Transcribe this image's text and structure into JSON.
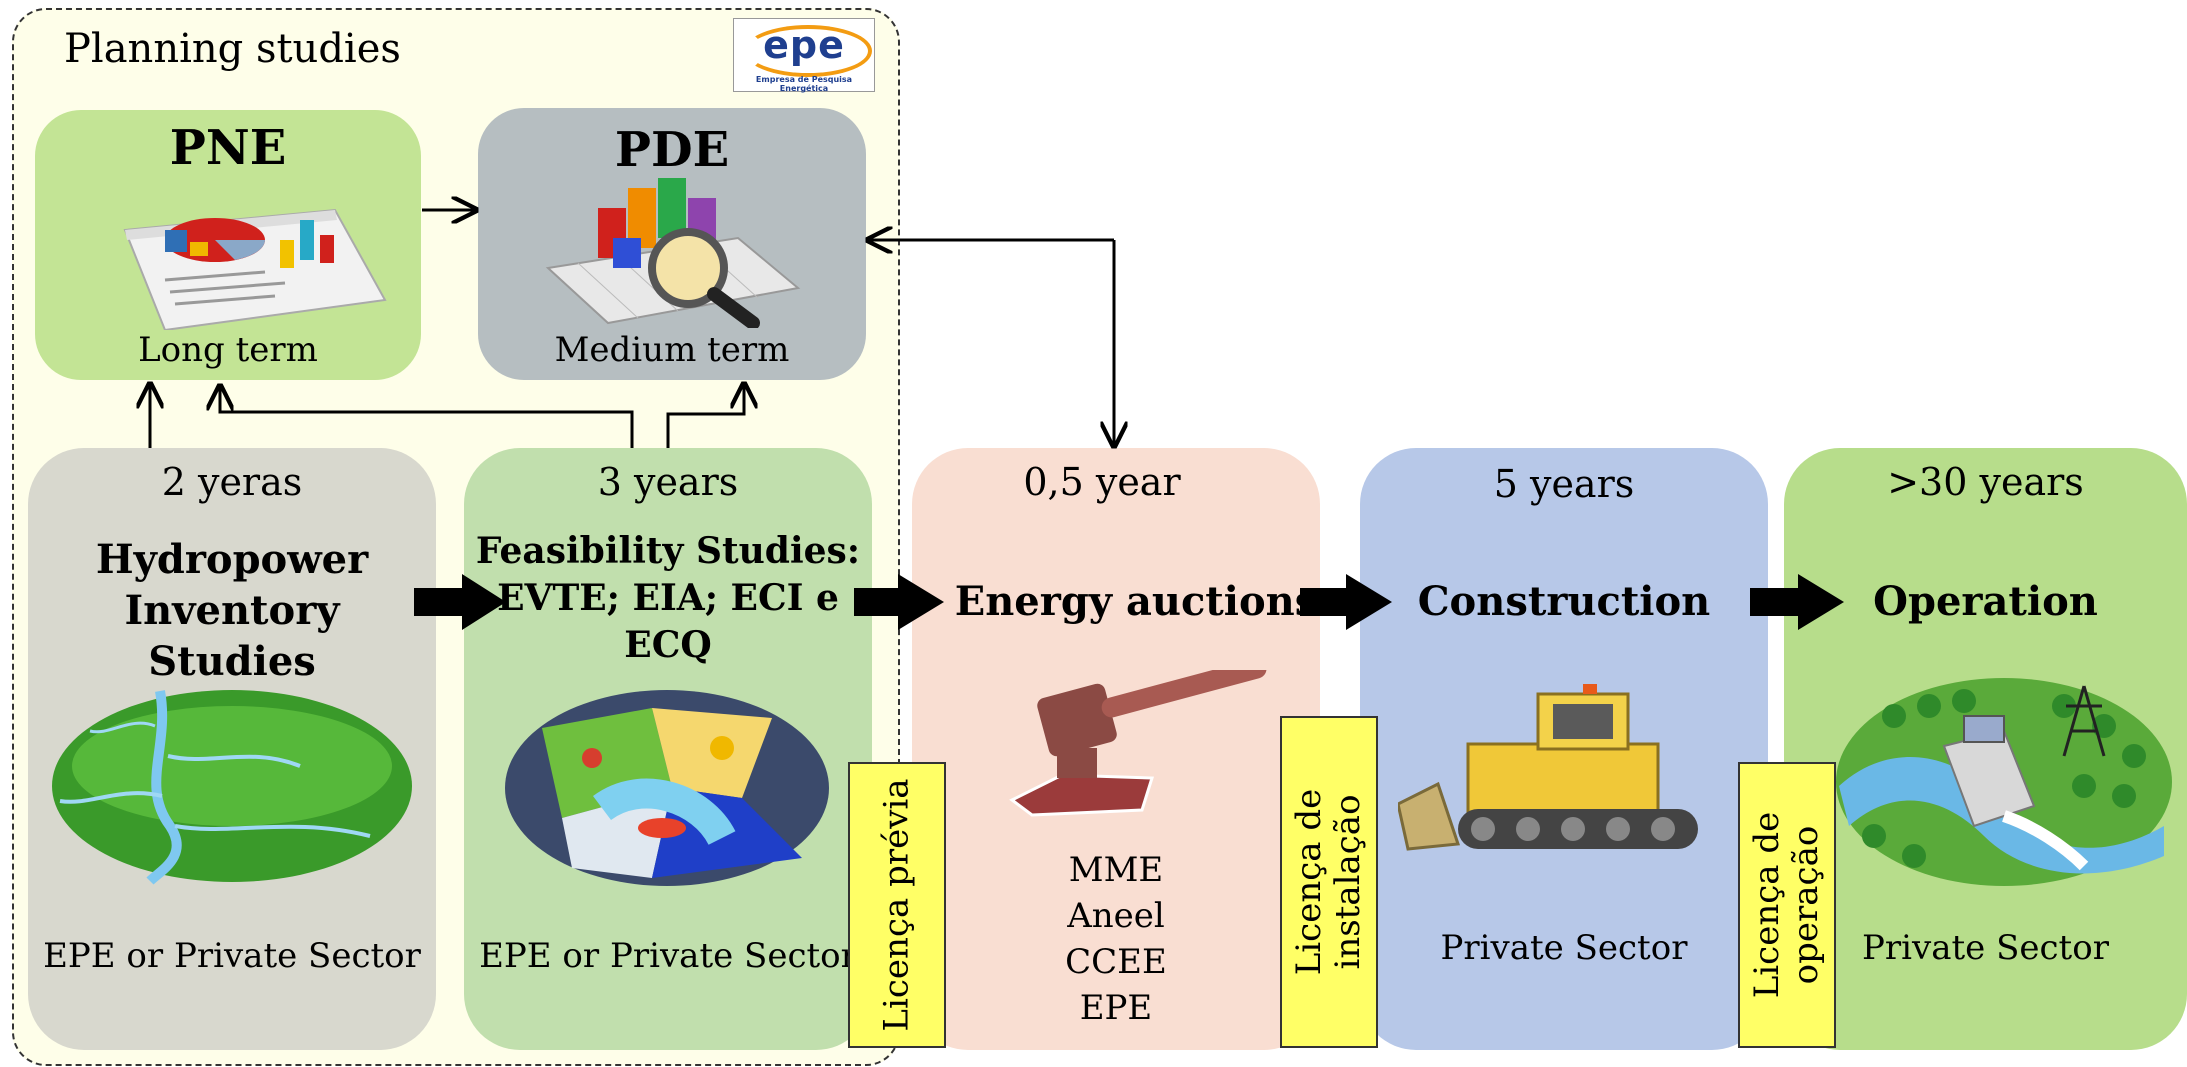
{
  "planning": {
    "title": "Planning studies",
    "logo": {
      "word": "epe",
      "subtitle": "Empresa de Pesquisa Energética"
    },
    "pne": {
      "title": "PNE",
      "subtitle": "Long term"
    },
    "pde": {
      "title": "PDE",
      "subtitle": "Medium term"
    }
  },
  "stages": [
    {
      "duration": "2 yeras",
      "title_lines": [
        "Hydropower",
        "Inventory",
        "Studies"
      ],
      "actor": "EPE or Private Sector"
    },
    {
      "duration": "3 years",
      "title_lines": [
        "Feasibility Studies:",
        "EVTE; EIA; ECI e",
        "ECQ"
      ],
      "actor": "EPE or Private Sector"
    },
    {
      "duration": "0,5 year",
      "title_lines": [
        "Energy auctions"
      ],
      "actor_lines": [
        "MME",
        "Aneel",
        "CCEE",
        "EPE"
      ]
    },
    {
      "duration": "5 years",
      "title_lines": [
        "Construction"
      ],
      "actor": "Private Sector"
    },
    {
      "duration": ">30 years",
      "title_lines": [
        "Operation"
      ],
      "actor": "Private Sector"
    }
  ],
  "licences": [
    {
      "lines": [
        "Licença prévia"
      ]
    },
    {
      "lines": [
        "Licença de",
        "instalação"
      ]
    },
    {
      "lines": [
        "Licença de",
        "operação"
      ]
    }
  ],
  "colors": {
    "planning_bg": "#fefee9",
    "pne": "#c3e495",
    "pde": "#b6bec1",
    "stage1": "#d8d8ce",
    "stage2": "#c1dfad",
    "stage3": "#f9ded2",
    "stage4": "#b7c8e8",
    "stage5": "#b7dd8b",
    "licence": "#ffff66"
  }
}
